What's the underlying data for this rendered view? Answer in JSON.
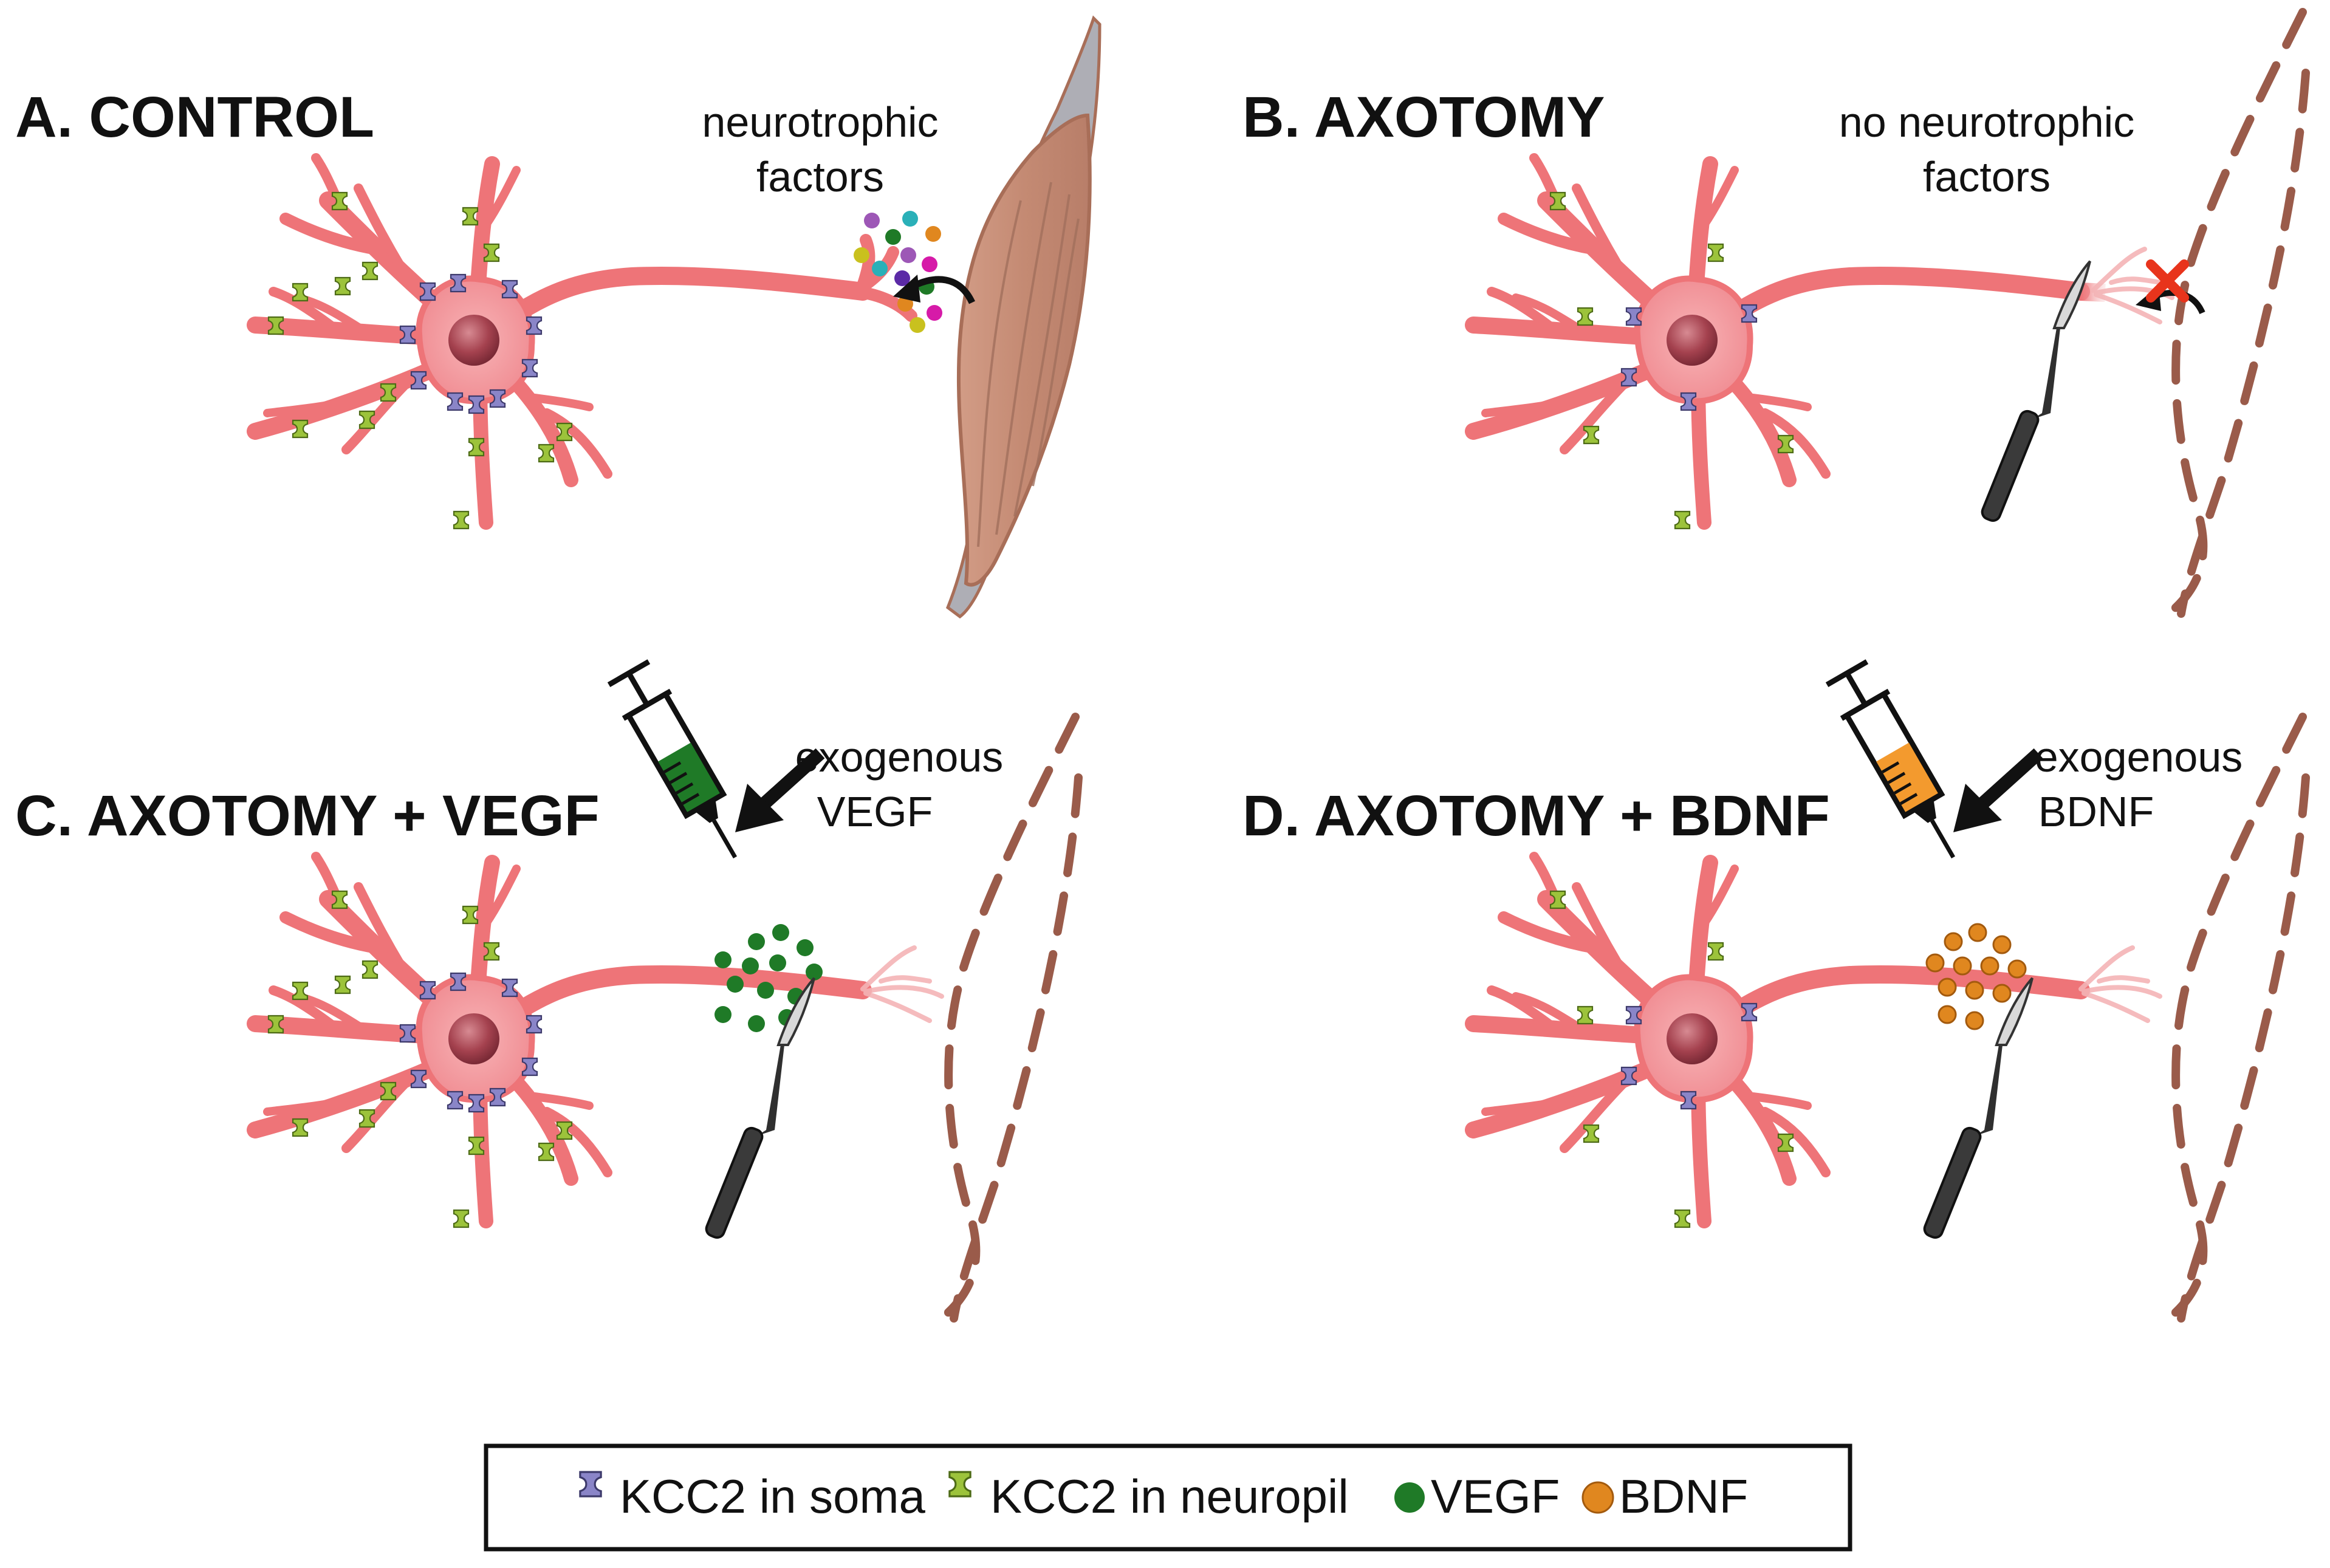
{
  "colors": {
    "neuron": "#ee7478",
    "neuron_edge": "#d95c62",
    "soma": "#f19aa0",
    "nucleus": "#a5424f",
    "kcc2_soma": "#8a85c8",
    "kcc2_neuropil": "#9cc33b",
    "vegf": "#1f7a27",
    "bdnf": "#e0871f",
    "muscle": "#c9937e",
    "muscle_edge": "#a86e58",
    "tendon": "#aeaeb5",
    "dash": "#9a5b4a",
    "cross": "#e8341c"
  },
  "panels": {
    "a": {
      "title": "A. CONTROL",
      "note_lines": [
        "neurotrophic",
        "factors"
      ]
    },
    "b": {
      "title": "B. AXOTOMY",
      "note_lines": [
        "no neurotrophic",
        "factors"
      ]
    },
    "c": {
      "title": "C. AXOTOMY + VEGF",
      "note_lines": [
        "exogenous",
        "VEGF"
      ]
    },
    "d": {
      "title": "D. AXOTOMY + BDNF",
      "note_lines": [
        "exogenous",
        "BDNF"
      ]
    }
  },
  "legend": {
    "items": [
      {
        "label": "KCC2 in soma",
        "icon": "kcc2-soma-icon"
      },
      {
        "label": "KCC2 in neuropil",
        "icon": "kcc2-neuropil-icon"
      },
      {
        "label": "VEGF",
        "icon": "vegf-dot-icon"
      },
      {
        "label": "BDNF",
        "icon": "bdnf-dot-icon"
      }
    ]
  }
}
